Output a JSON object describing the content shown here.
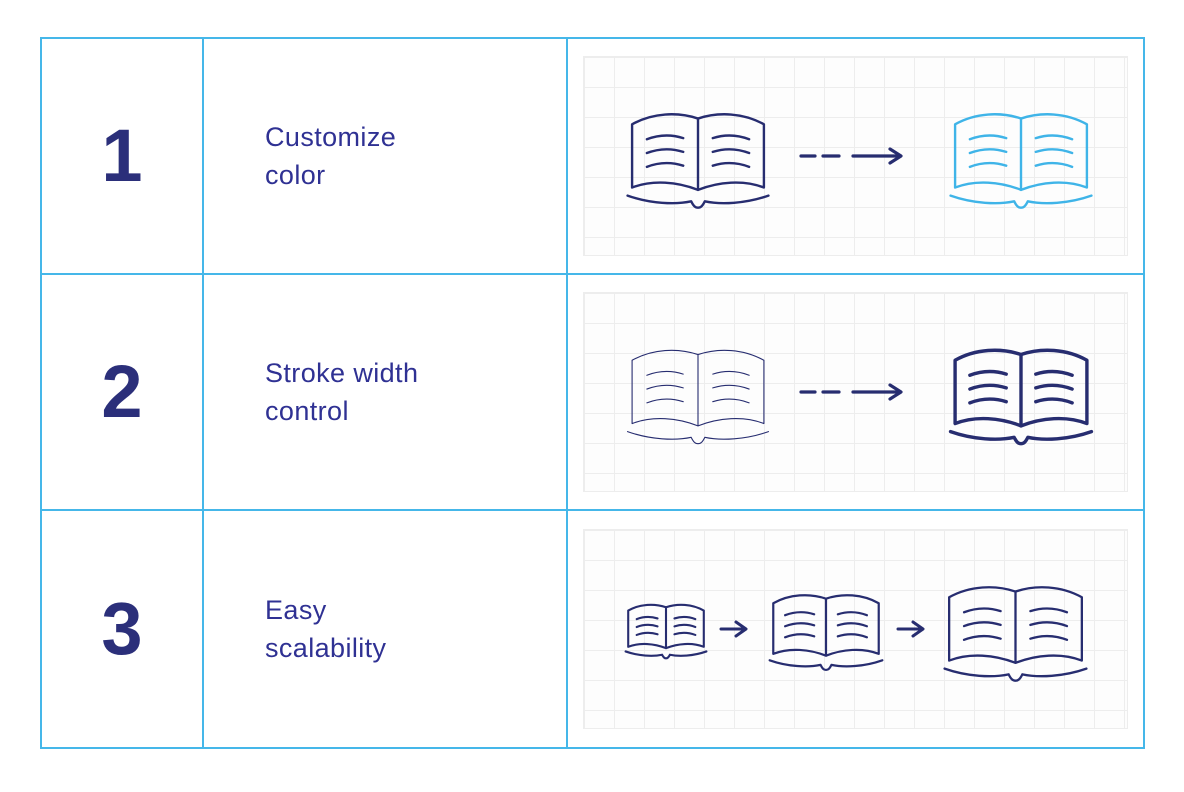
{
  "colors": {
    "table_border": "#45b7e9",
    "navy": "#272d70",
    "light_blue": "#3fb4e8",
    "label_text": "#2f3193",
    "number_text": "#2b2f7a",
    "grid_line": "#ededed",
    "panel_bg": "#fdfdfd"
  },
  "table": {
    "rows": [
      {
        "number": "1",
        "label_lines": [
          "Customize",
          "color"
        ],
        "illustration": {
          "background": "grid-paper",
          "sequence": [
            {
              "icon": "open-book-icon",
              "variant": "navy-color",
              "color_key": "navy",
              "stroke": 2.4,
              "width": 150,
              "height": 115
            },
            {
              "icon": "dashed-arrow-icon",
              "color_key": "navy"
            },
            {
              "icon": "open-book-icon",
              "variant": "light-blue-color",
              "color_key": "light_blue",
              "stroke": 2.4,
              "width": 150,
              "height": 115
            }
          ]
        }
      },
      {
        "number": "2",
        "label_lines": [
          "Stroke width",
          "control"
        ],
        "illustration": {
          "background": "grid-paper",
          "sequence": [
            {
              "icon": "open-book-icon",
              "variant": "thin-stroke",
              "color_key": "navy",
              "stroke": 1.1,
              "width": 150,
              "height": 115
            },
            {
              "icon": "dashed-arrow-icon",
              "color_key": "navy"
            },
            {
              "icon": "open-book-icon",
              "variant": "thick-stroke",
              "color_key": "navy",
              "stroke": 3.4,
              "width": 150,
              "height": 115
            }
          ]
        }
      },
      {
        "number": "3",
        "label_lines": [
          "Easy",
          "scalability"
        ],
        "illustration": {
          "background": "grid-paper",
          "sequence": [
            {
              "icon": "open-book-icon",
              "variant": "small-size",
              "color_key": "navy",
              "stroke": 2.1,
              "width": 86,
              "height": 66
            },
            {
              "icon": "solid-arrow-icon",
              "color_key": "navy"
            },
            {
              "icon": "open-book-icon",
              "variant": "medium-size",
              "color_key": "navy",
              "stroke": 2.2,
              "width": 120,
              "height": 92
            },
            {
              "icon": "solid-arrow-icon",
              "color_key": "navy"
            },
            {
              "icon": "open-book-icon",
              "variant": "large-size",
              "color_key": "navy",
              "stroke": 2.3,
              "width": 151,
              "height": 115
            }
          ]
        }
      }
    ]
  }
}
